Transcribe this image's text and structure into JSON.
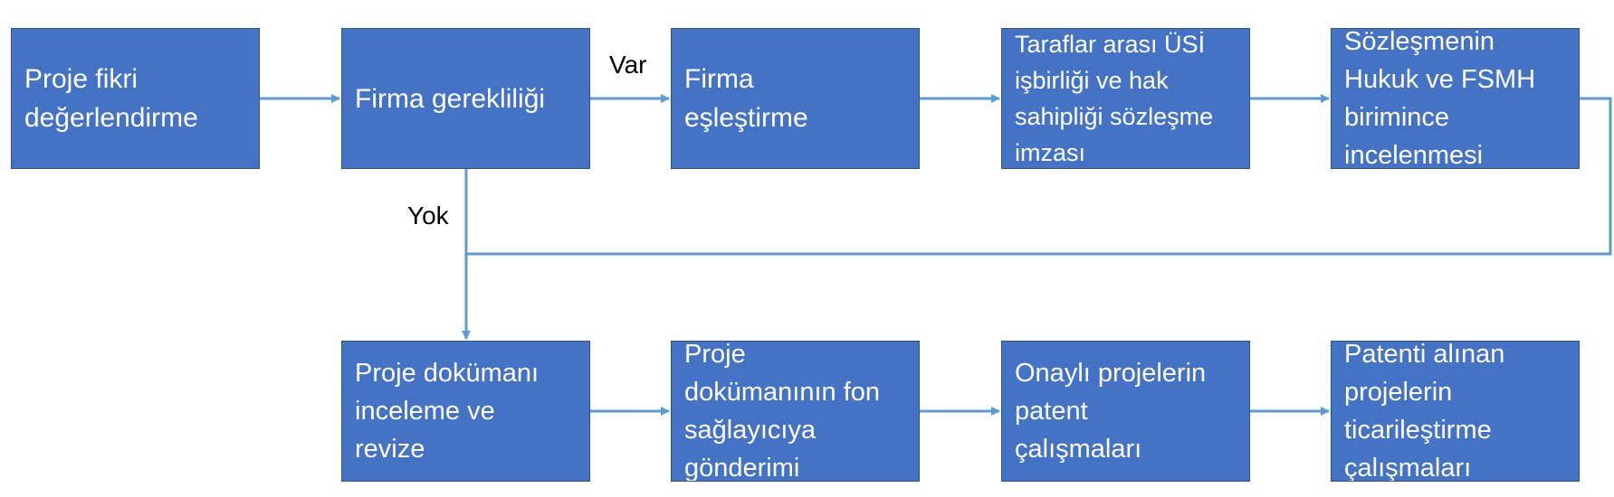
{
  "diagram": {
    "colors": {
      "box_fill": "#4472C4",
      "box_border": "#2F528F",
      "box_text": "#FFFFFF",
      "connector": "#5B9BD5",
      "label_text": "#000000"
    },
    "nodes": [
      {
        "id": "b1",
        "text": "Proje fikri\ndeğerlendirme"
      },
      {
        "id": "b2",
        "text": "Firma gerekliliği"
      },
      {
        "id": "b3",
        "text": "Firma\neşleştirme"
      },
      {
        "id": "b4",
        "text": "Taraflar arası ÜSİ\nişbirliği ve hak\nsahipliği sözleşme\nimzası"
      },
      {
        "id": "b5",
        "text": "Sözleşmenin\nHukuk ve FSMH\nbirimince\nincelenmesi"
      },
      {
        "id": "b6",
        "text": "Proje dokümanı\ninceleme ve\nrevize"
      },
      {
        "id": "b7",
        "text": "Proje\ndokümanının fon\nsağlayıcıya\ngönderimi"
      },
      {
        "id": "b8",
        "text": "Onaylı projelerin\npatent\nçalışmaları"
      },
      {
        "id": "b9",
        "text": "Patenti alınan\nprojelerin\nticarileştirme\nçalışmaları"
      }
    ],
    "edge_labels": {
      "var": "Var",
      "yok": "Yok"
    }
  }
}
